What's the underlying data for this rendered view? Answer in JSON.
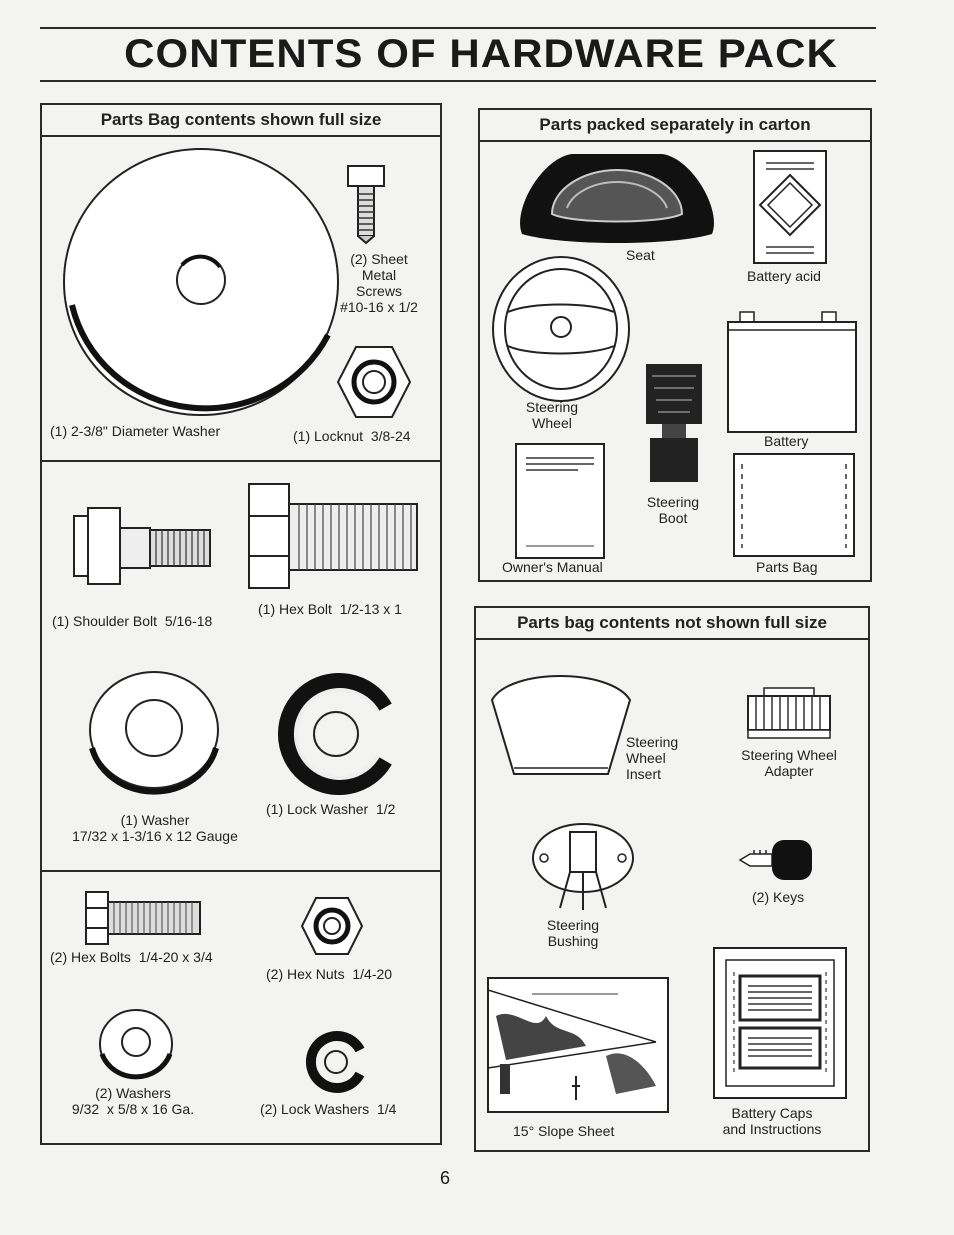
{
  "page_title": "CONTENTS OF HARDWARE PACK",
  "page_number": "6",
  "sections": {
    "full_size": {
      "header": "Parts Bag contents shown full size",
      "items": {
        "diameter_washer": "(1) 2-3/8\" Diameter Washer",
        "sheet_metal_screws": "(2) Sheet\nMetal\nScrews\n#10-16 x 1/2",
        "locknut": "(1) Locknut  3/8-24",
        "shoulder_bolt": "(1) Shoulder Bolt  5/16-18",
        "hex_bolt_half": "(1) Hex Bolt  1/2-13 x 1",
        "washer_17_32": "(1) Washer\n17/32 x 1-3/16 x 12 Gauge",
        "lock_washer_half": "(1) Lock Washer  1/2",
        "hex_bolts_quarter": "(2) Hex Bolts  1/4-20 x 3/4",
        "hex_nuts_quarter": "(2) Hex Nuts  1/4-20",
        "washers_9_32": "(2) Washers\n9/32  x 5/8 x 16 Ga.",
        "lock_washers_quarter": "(2) Lock Washers  1/4"
      }
    },
    "carton": {
      "header": "Parts packed separately in carton",
      "items": {
        "seat": "Seat",
        "battery_acid": "Battery acid",
        "steering_wheel": "Steering\nWheel",
        "battery": "Battery",
        "steering_boot": "Steering\nBoot",
        "owners_manual": "Owner's Manual",
        "parts_bag": "Parts Bag"
      }
    },
    "not_full_size": {
      "header": "Parts bag contents not shown full size",
      "items": {
        "steering_wheel_insert": "Steering\nWheel\nInsert",
        "steering_wheel_adapter": "Steering Wheel\nAdapter",
        "keys": "(2) Keys",
        "steering_bushing": "Steering\nBushing",
        "slope_sheet": "15° Slope Sheet",
        "battery_caps": "Battery Caps\nand Instructions"
      }
    }
  }
}
